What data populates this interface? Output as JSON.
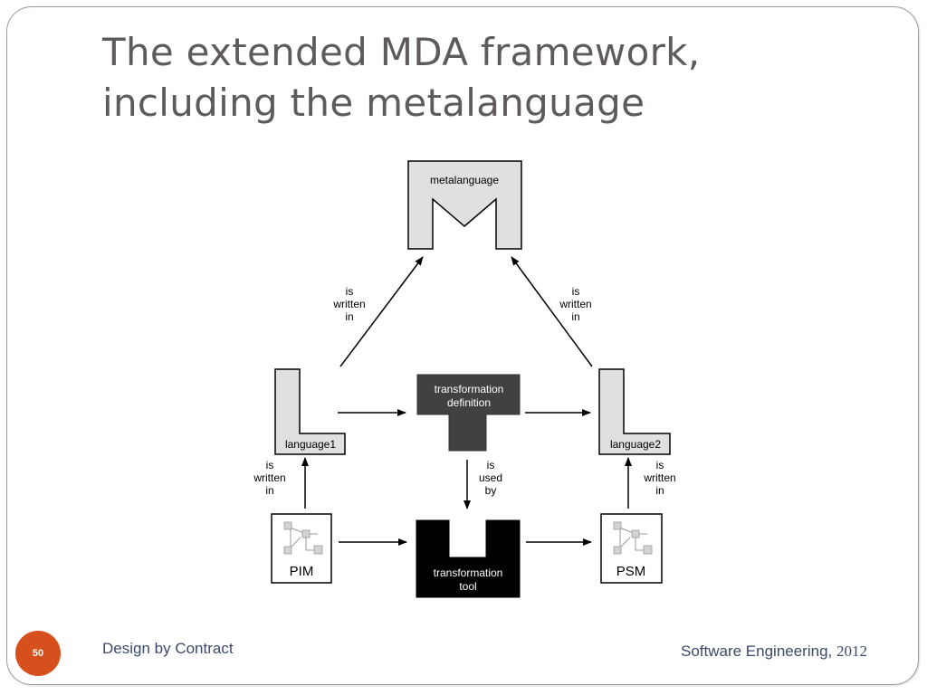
{
  "title": {
    "line1": "The extended MDA framework,",
    "line2": "including the metalanguage"
  },
  "diagram": {
    "nodes": {
      "metalanguage": "metalanguage",
      "language1": "language1",
      "language2": "language2",
      "transformation_definition": [
        "transformation",
        "definition"
      ],
      "transformation_tool": [
        "transformation",
        "tool"
      ],
      "pim": "PIM",
      "psm": "PSM"
    },
    "edge_labels": {
      "l1_to_meta": [
        "is",
        "written",
        "in"
      ],
      "l2_to_meta": [
        "is",
        "written",
        "in"
      ],
      "pim_to_l1": [
        "is",
        "written",
        "in"
      ],
      "psm_to_l2": [
        "is",
        "written",
        "in"
      ],
      "def_to_tool": [
        "is",
        "used",
        "by"
      ]
    }
  },
  "footer": {
    "slide_number": "50",
    "left_text": "Design by Contract",
    "right_text": "Software Engineering,",
    "right_year": "2012"
  },
  "colors": {
    "title": "#5f5b5c",
    "footer": "#3b4a6b",
    "badge": "#d5501c",
    "light_fill": "#e0e0e0",
    "dark_fill": "#414141",
    "black_fill": "#000000"
  }
}
